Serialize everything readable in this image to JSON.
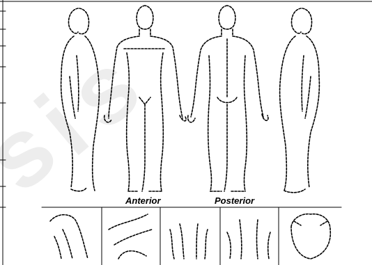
{
  "labels": {
    "anterior": "Anterior",
    "posterior": "Posterior"
  },
  "colors": {
    "line": "#000000",
    "background": "#ffffff",
    "watermark": "#ededed"
  },
  "figures": [
    "body-left-side-view",
    "body-front-view",
    "body-back-view",
    "body-right-side-view"
  ],
  "detail_views": [
    "right-hand-detail",
    "foot-sole-detail",
    "palms-detail",
    "hands-back-detail",
    "head-top-detail"
  ]
}
